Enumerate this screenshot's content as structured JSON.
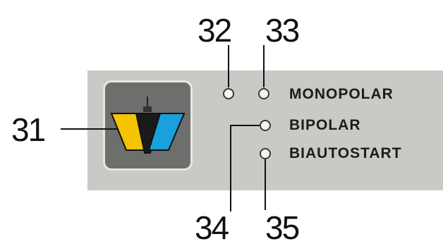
{
  "modes": {
    "monopolar": "MONOPOLAR",
    "bipolar": "BIPOLAR",
    "biautostart": "BIAUTOSTART"
  },
  "callouts": {
    "c31": "31",
    "c32": "32",
    "c33": "33",
    "c34": "34",
    "c35": "35"
  },
  "icon": {
    "name": "footswitch-pedal-icon",
    "colors": {
      "left": "#f5c400",
      "middle": "#1a1a1a",
      "right": "#1aa0dc"
    }
  }
}
